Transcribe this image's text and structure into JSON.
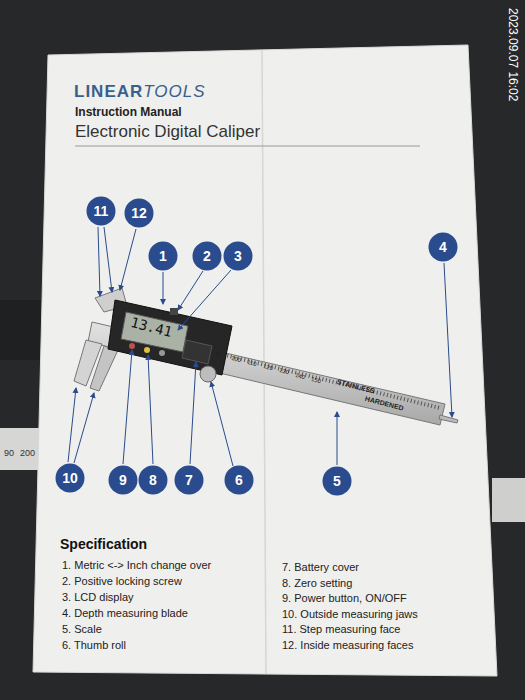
{
  "diagram": {
    "title": "Electronic Digital Caliper",
    "nodes": [
      {
        "text": [
          "1"
        ]
      },
      {
        "text": [
          "2"
        ]
      },
      {
        "text": [
          "3"
        ]
      },
      {
        "text": [
          "4"
        ]
      },
      {
        "text": [
          "5"
        ]
      },
      {
        "text": [
          "6"
        ]
      },
      {
        "text": [
          "7"
        ]
      },
      {
        "text": [
          "8"
        ]
      },
      {
        "text": [
          "9"
        ]
      },
      {
        "text": [
          "10"
        ]
      },
      {
        "text": [
          "11"
        ]
      },
      {
        "text": [
          "12"
        ]
      }
    ],
    "labels": [
      "LINEAR",
      "TOOLS",
      "Instruction Manual",
      "2023.09.07 16:02",
      "13.41",
      "STAINLESS",
      "HARDENED",
      "90",
      "100",
      "110",
      "120",
      "130",
      "140",
      "150",
      "Specification",
      "1. Metric <-> Inch change over",
      "2. Positive locking screw",
      "3. LCD display",
      "4. Depth measuring blade",
      "5. Scale",
      "6. Thumb roll",
      "7. Battery cover",
      "8. Zero setting",
      "9. Power button, ON/OFF",
      "10. Outside measuring jaws",
      "11. Step measuring face",
      "12. Inside measuring faces",
      "90",
      "200"
    ]
  }
}
